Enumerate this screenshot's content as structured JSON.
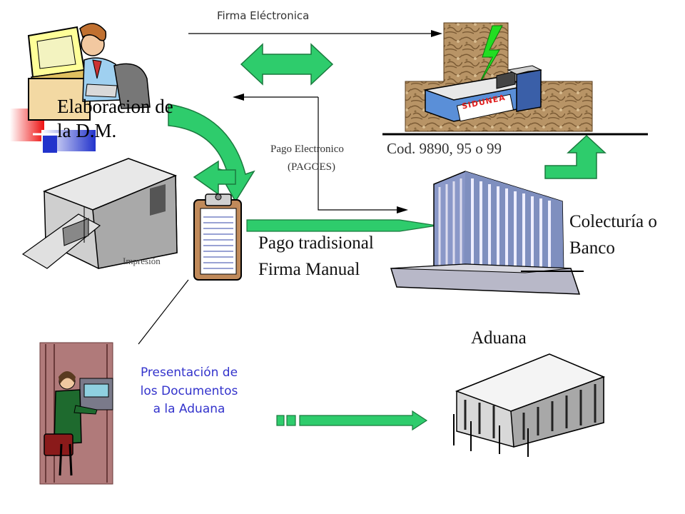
{
  "labels": {
    "firma_electronica": "Firma Eléctronica",
    "elaboracion_line1": "Elaboracion de",
    "elaboracion_line2": "la D.M.",
    "sidunea": "SIDUNEA",
    "pago_electronico_line1": "Pago Electronico",
    "pago_electronico_line2": "(PAGOES)",
    "codigos": "Cod. 9890, 95 o 99",
    "impresion": "Impresión",
    "pago_tradicional_line1": "Pago tradisional",
    "pago_tradicional_line2": "Firma Manual",
    "colecturia_line1": "Colecturía o",
    "colecturia_line2": "Banco",
    "aduana": "Aduana",
    "presentacion_line1": "Presentación de",
    "presentacion_line2": "los Documentos",
    "presentacion_line3": "a la Aduana"
  },
  "colors": {
    "arrow_green": "#2ecc6c",
    "arrow_green_stroke": "#1a7a3e",
    "presentacion_text": "#3333cc",
    "deco_red": "#ee2222",
    "deco_blue": "#2233cc",
    "building_blue": "#7f8fbf"
  }
}
